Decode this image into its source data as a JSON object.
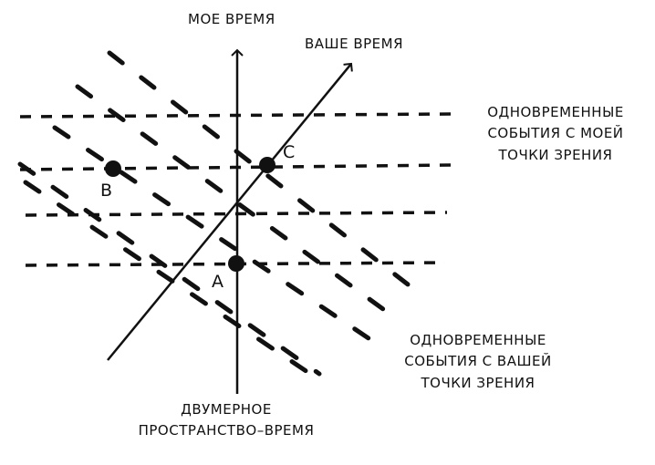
{
  "labels": {
    "my_time": "МОЕ ВРЕМЯ",
    "your_time": "ВАШЕ ВРЕМЯ",
    "my_simultaneous": "ОДНОВРЕМЕННЫЕ\nСОБЫТИЯ С МОЕЙ\nТОЧКИ ЗРЕНИЯ",
    "your_simultaneous": "ОДНОВРЕМЕННЫЕ\nСОБЫТИЯ С ВАШЕЙ\nТОЧКИ ЗРЕНИЯ",
    "caption": "ДВУМЕРНОЕ\nПРОСТРАНСТВО–ВРЕМЯ"
  },
  "events": [
    {
      "id": "A",
      "label": "A"
    },
    {
      "id": "B",
      "label": "B"
    },
    {
      "id": "C",
      "label": "C"
    }
  ],
  "colors": {
    "ink": "#111111"
  }
}
